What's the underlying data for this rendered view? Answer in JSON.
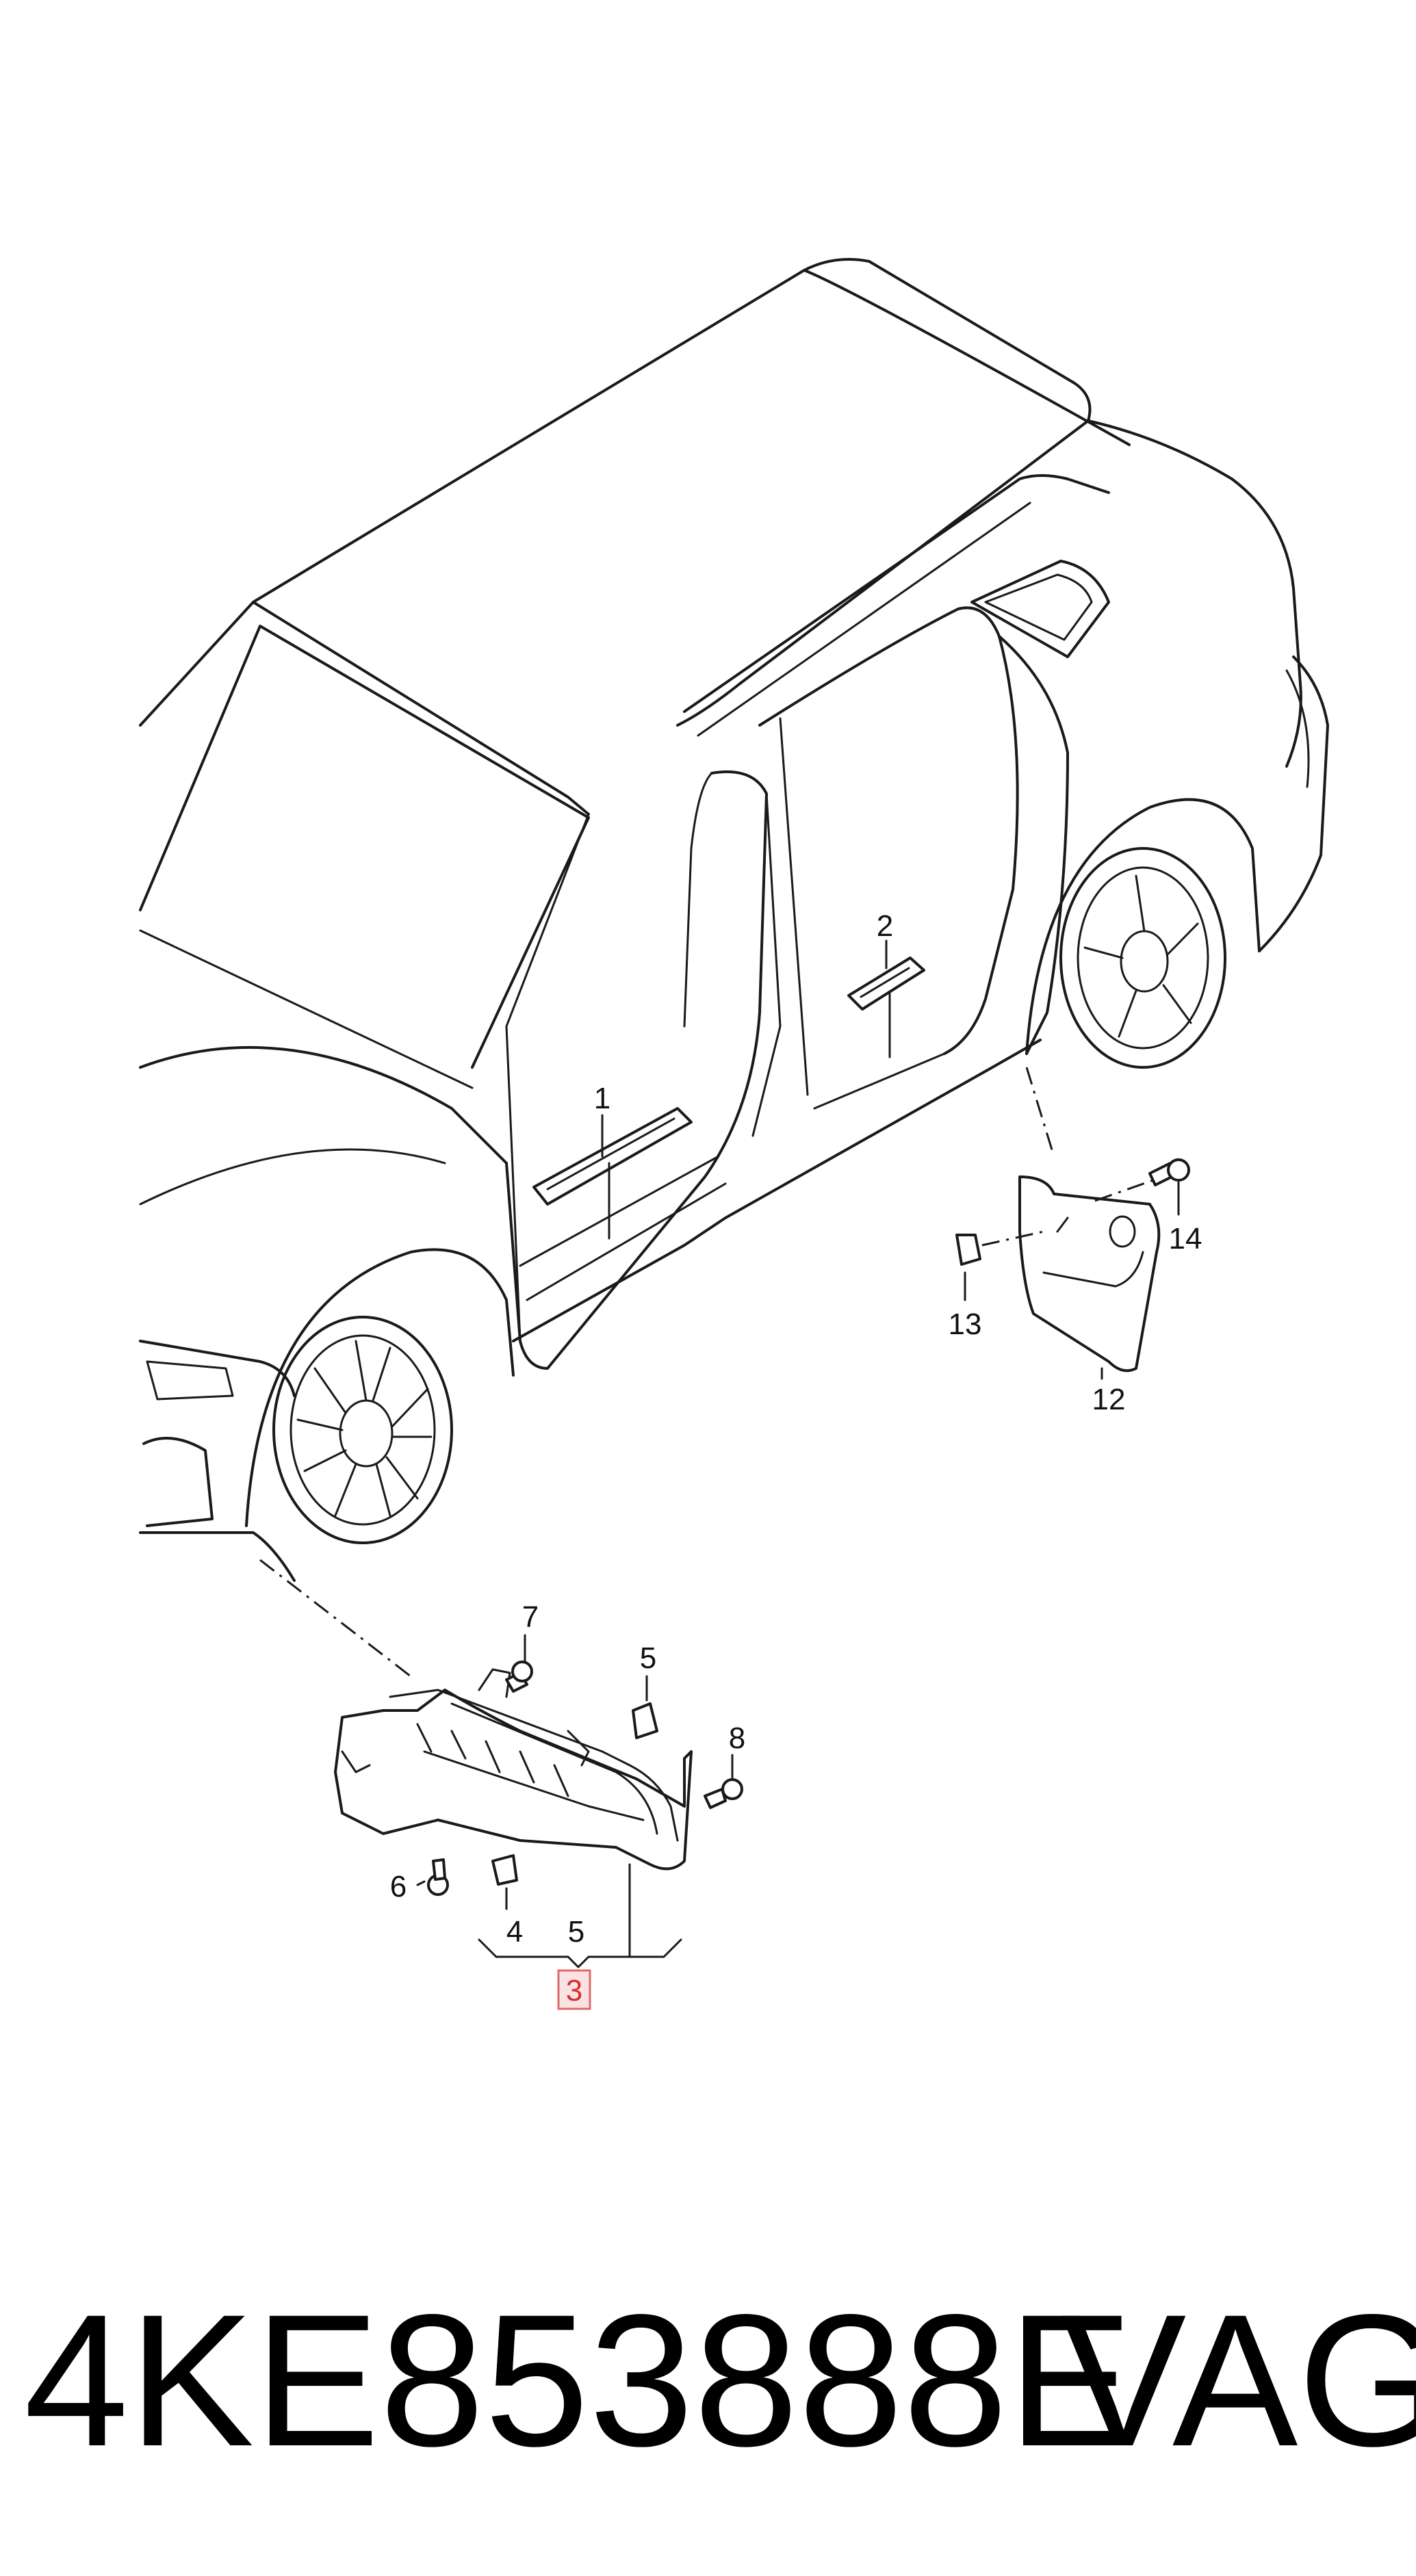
{
  "diagram": {
    "callouts": [
      {
        "id": "1",
        "label": "1"
      },
      {
        "id": "2",
        "label": "2"
      },
      {
        "id": "3",
        "label": "3",
        "highlighted": true
      },
      {
        "id": "4",
        "label": "4"
      },
      {
        "id": "5a",
        "label": "5"
      },
      {
        "id": "5b",
        "label": "5"
      },
      {
        "id": "6",
        "label": "6"
      },
      {
        "id": "7",
        "label": "7"
      },
      {
        "id": "8",
        "label": "8"
      },
      {
        "id": "12",
        "label": "12"
      },
      {
        "id": "13",
        "label": "13"
      },
      {
        "id": "14",
        "label": "14"
      }
    ],
    "highlight_color": "#d43030"
  },
  "footer": {
    "part_number": "4KE853888E",
    "brand": "VAG"
  }
}
